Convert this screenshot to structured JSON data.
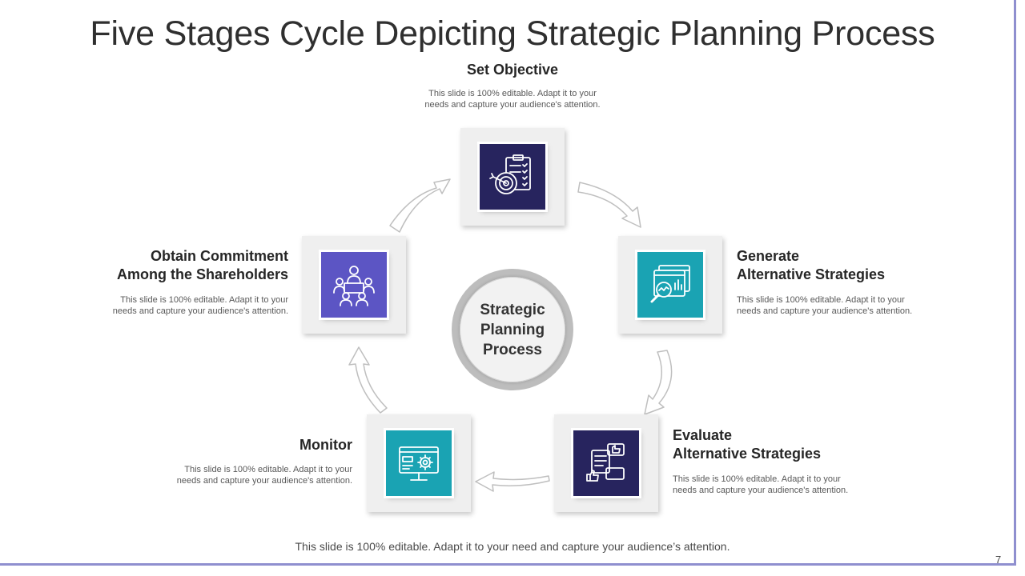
{
  "title": "Five Stages Cycle Depicting Strategic Planning Process",
  "center_label": "Strategic\nPlanning\nProcess",
  "stages": [
    {
      "title_lines": [
        "Set Objective"
      ],
      "desc_lines": [
        "This slide is 100% editable. Adapt it to your",
        "needs and capture your audience's attention."
      ],
      "icon": "target-checklist-icon",
      "color": "#27245e"
    },
    {
      "title_lines": [
        "Generate",
        "Alternative Strategies"
      ],
      "desc_lines": [
        "This slide is 100% editable. Adapt it to your",
        "needs and capture your audience's attention."
      ],
      "icon": "data-analysis-icon",
      "color": "#1aa3b3"
    },
    {
      "title_lines": [
        "Evaluate",
        "Alternative Strategies"
      ],
      "desc_lines": [
        "This slide is 100% editable. Adapt it to your",
        "needs and capture your audience's attention."
      ],
      "icon": "feedback-icon",
      "color": "#27245e"
    },
    {
      "title_lines": [
        "Monitor"
      ],
      "desc_lines": [
        "This slide is 100% editable. Adapt it to your",
        "needs and capture your audience's attention."
      ],
      "icon": "monitor-settings-icon",
      "color": "#1aa3b3"
    },
    {
      "title_lines": [
        "Obtain Commitment",
        "Among the Shareholders"
      ],
      "desc_lines": [
        "This slide is 100% editable. Adapt it to your",
        "needs and capture your audience's attention."
      ],
      "icon": "meeting-icon",
      "color": "#5c55c4"
    }
  ],
  "footer": "This slide is 100% editable. Adapt it to your need and capture your audience’s attention.",
  "page_number": "7",
  "colors": {
    "accent": "#8f8fcf",
    "tile_bg": "#efefef",
    "hub_ring": "#bdbdbd"
  }
}
